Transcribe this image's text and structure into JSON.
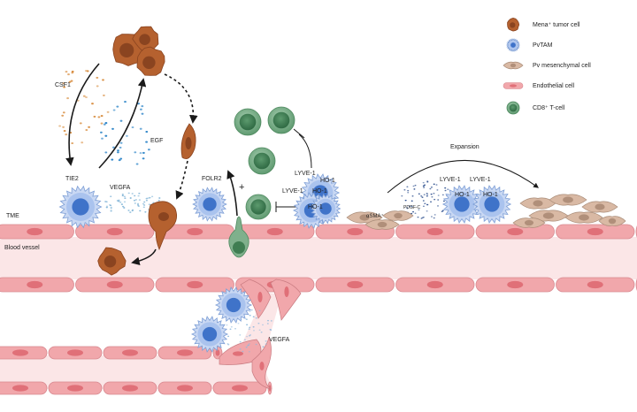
{
  "legend": [
    {
      "label": "Mena⁺ tumor cell",
      "icon": "tumor-cell-icon"
    },
    {
      "label": "PvTAM",
      "icon": "pvtam-icon"
    },
    {
      "label": "Pv mesenchymal cell",
      "icon": "mesenchymal-cell-icon"
    },
    {
      "label": "Endothelial cell",
      "icon": "endothelial-cell-icon"
    },
    {
      "label": "CD8⁺ T-cell",
      "icon": "t-cell-icon"
    }
  ],
  "labels": {
    "csf1": "CSF1",
    "egf": "EGF",
    "tie2": "TIE2",
    "vegfa_top": "VEGFA",
    "folr2": "FOLR2",
    "plus": "+",
    "lyve1_a": "LYVE-1",
    "ho1_a": "HO-1",
    "lyve1_b": "LYVE-1",
    "ho1_b": "HO-1",
    "ho1_c": "HO-1",
    "expansion": "Expansion",
    "asma": "αSMA⁺",
    "pdgfc": "PDGF-C",
    "lyve1_c": "LYVE-1",
    "ho1_d": "HO-1",
    "lyve1_d": "LYVE-1",
    "ho1_e": "HO-1",
    "tme": "TME",
    "blood_vessel": "Blood vessel",
    "vegfa_bottom": "VEGFA"
  },
  "colors": {
    "tumor": "#b5612f",
    "tumor_dark": "#8a4420",
    "macrophage": "#aac3ee",
    "macrophage_nucleus": "#3f73c9",
    "tcell": "#7fb08c",
    "tcell_dark": "#3f7d52",
    "endothelial": "#f1a7ab",
    "endothelial_nucleus": "#e07078",
    "vessel_lumen": "#fbe7e8",
    "mesenchymal": "#d9b9a4",
    "dot_blue": "#2a83c7",
    "dot_orange": "#d78a3a"
  }
}
